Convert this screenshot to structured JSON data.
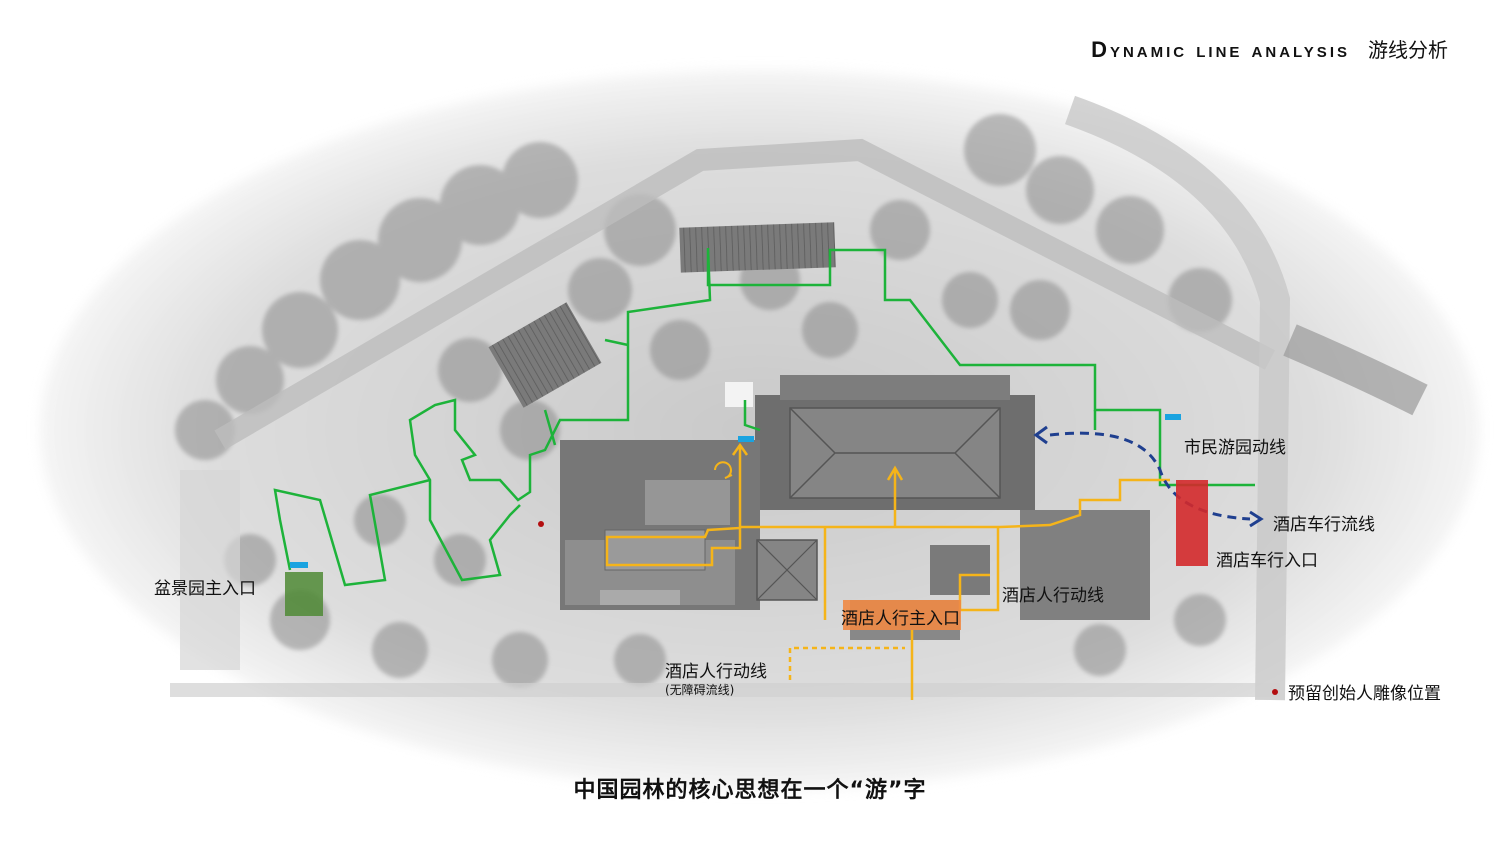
{
  "header": {
    "title_en": "Dynamic line analysis",
    "title_cn": "游线分析"
  },
  "labels": {
    "bonsai_entrance": "盆景园主入口",
    "citizen_route": "市民游园动线",
    "hotel_vehicle_flow": "酒店车行流线",
    "hotel_vehicle_entrance": "酒店车行入口",
    "hotel_pedestrian_route": "酒店人行动线",
    "hotel_pedestrian_main_entrance": "酒店人行主入口",
    "hotel_pedestrian_route_2": "酒店人行动线",
    "barrier_free": "(无障碍流线)"
  },
  "legend": {
    "statue_position": "预留创始人雕像位置"
  },
  "caption": "中国园林的核心思想在一个“游”字",
  "colors": {
    "citizen_route": "#1db33a",
    "hotel_pedestrian": "#f5b419",
    "vehicle_flow": "#1f3f8f",
    "vehicle_entrance": "#d3292b",
    "pedestrian_entrance": "#f08a45",
    "bonsai_entrance": "#4f8a35",
    "gate_marker": "#1aa3e0",
    "statue_marker": "#b30e10"
  }
}
